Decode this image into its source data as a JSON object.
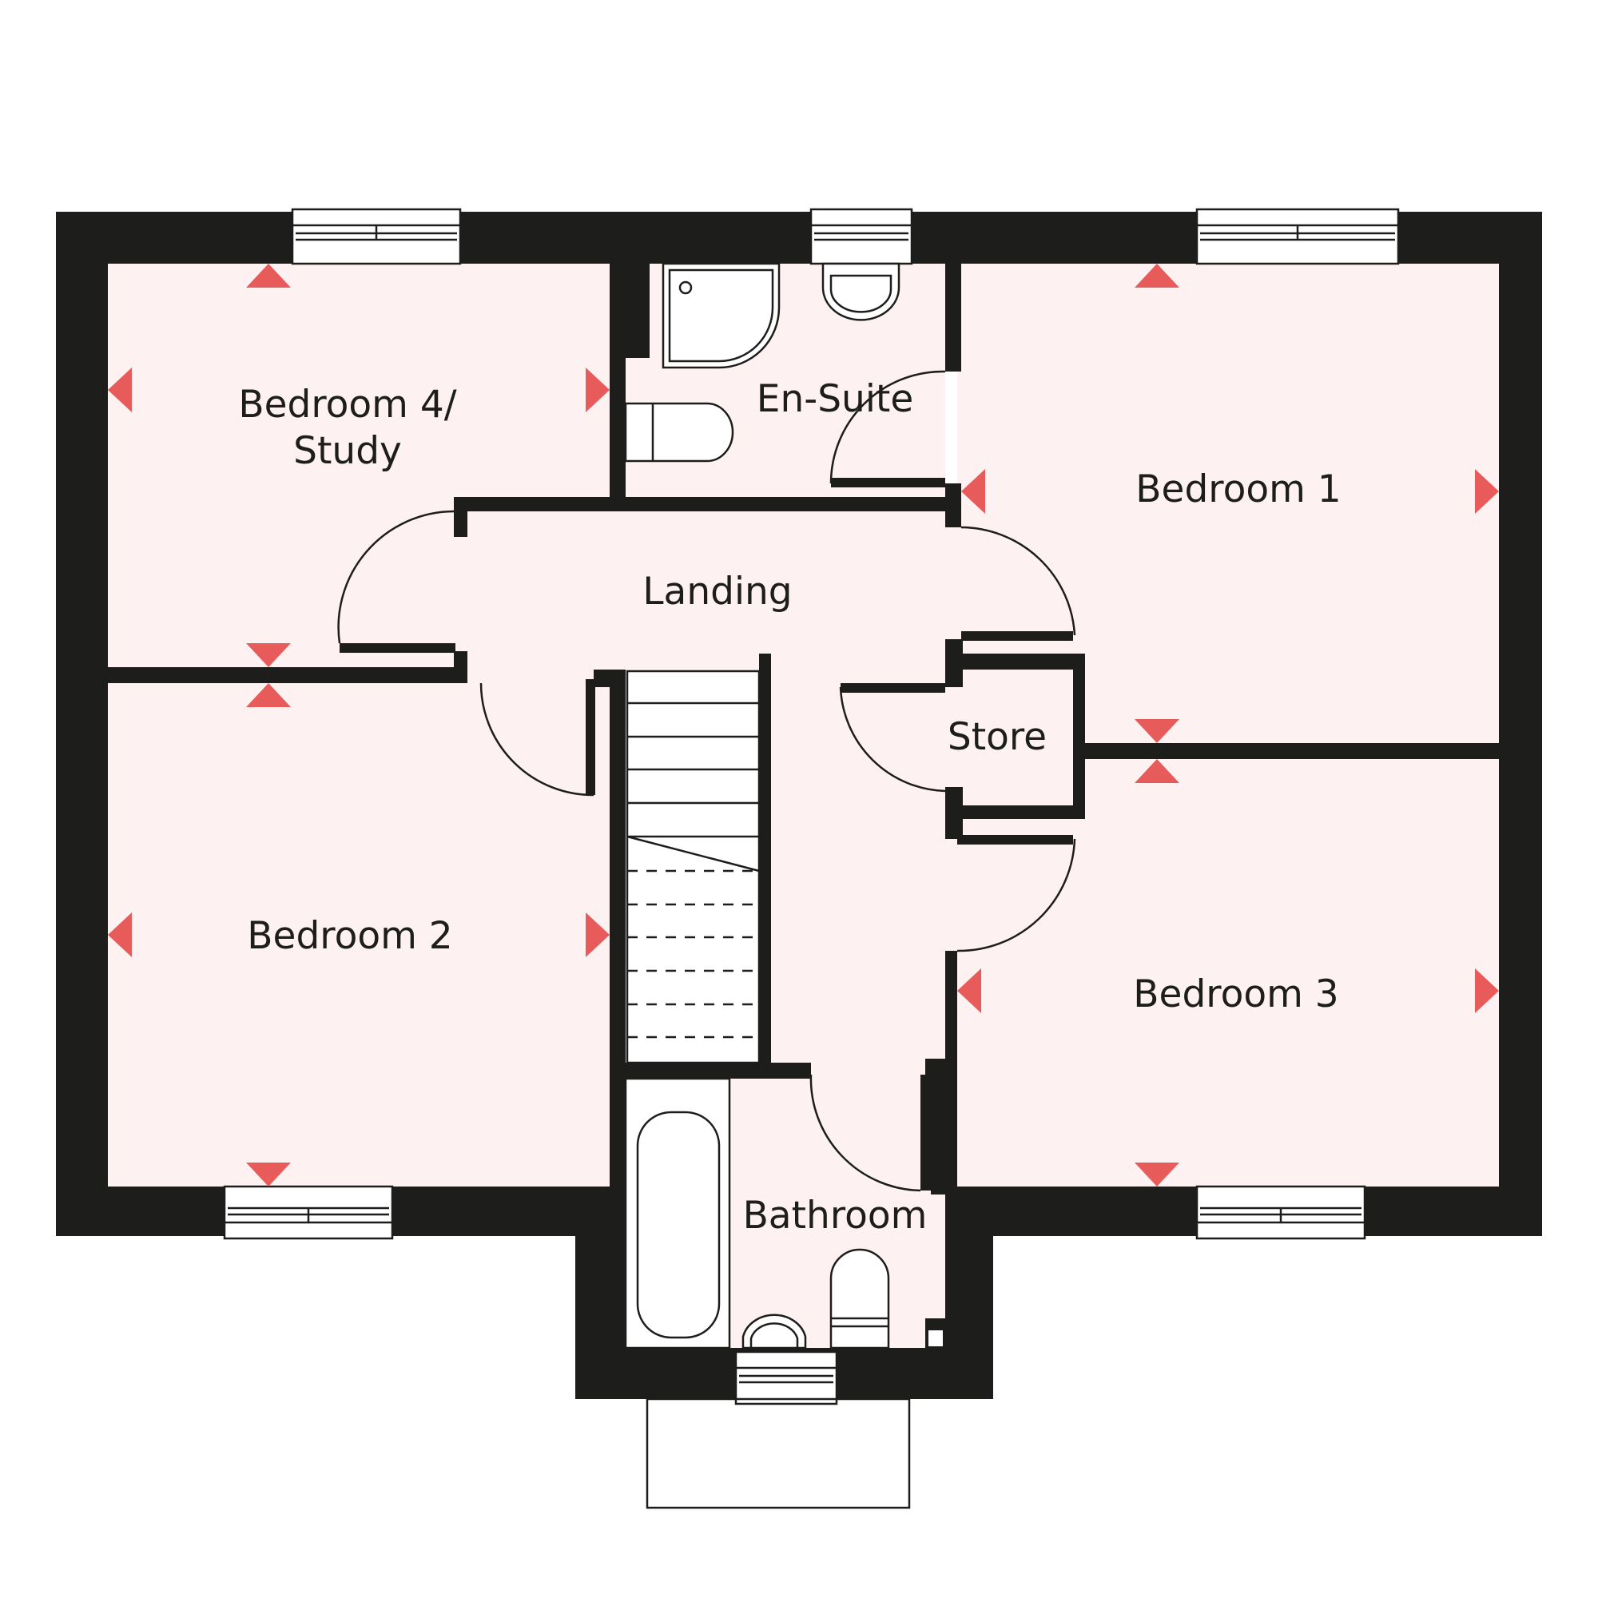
{
  "colors": {
    "wall": "#1d1d1b",
    "room_fill": "#fdf2f1",
    "marker": "#e85b5b",
    "background": "#ffffff"
  },
  "rooms": {
    "bedroom4": {
      "line1": "Bedroom 4/",
      "line2": "Study"
    },
    "ensuite": "En-Suite",
    "bedroom1": "Bedroom 1",
    "landing": "Landing",
    "store": "Store",
    "bedroom2": "Bedroom 2",
    "bedroom3": "Bedroom 3",
    "bathroom": "Bathroom"
  }
}
